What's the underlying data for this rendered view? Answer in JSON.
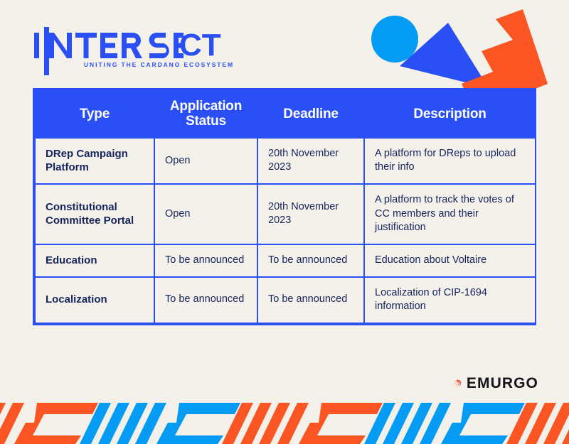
{
  "brand": {
    "logo_name": "INTERSECT",
    "logo_letters": "INTERSECT",
    "tagline": "UNITING THE CARDANO ECOSYSTEM",
    "partner_logo_name": "EMURGO"
  },
  "colors": {
    "background": "#f4f1ea",
    "primary_blue": "#2a50f5",
    "light_blue": "#039bf4",
    "orange": "#fa5523",
    "navy_text": "#16245c",
    "header_text": "#ffffff",
    "emurgo_text": "#15141a",
    "emurgo_dot_red": "#ef3124",
    "emurgo_dot_orange": "#f5a623"
  },
  "table": {
    "columns": [
      {
        "key": "type",
        "label": "Type"
      },
      {
        "key": "status",
        "label": "Application Status"
      },
      {
        "key": "deadline",
        "label": "Deadline"
      },
      {
        "key": "desc",
        "label": "Description"
      }
    ],
    "header": {
      "type": "Type",
      "status_line1": "Application",
      "status_line2": "Status",
      "deadline": "Deadline",
      "description": "Description"
    },
    "rows": [
      {
        "type": "DRep Campaign Platform",
        "status": "Open",
        "deadline": "20th November 2023",
        "description": "A platform for DReps to upload their info"
      },
      {
        "type": "Constitutional Committee Portal",
        "status": "Open",
        "deadline": "20th November 2023",
        "description": "A platform to track the votes of CC members and their justification"
      },
      {
        "type": "Education",
        "status": "To be announced",
        "deadline": "To be announced",
        "description": "Education about Voltaire"
      },
      {
        "type": "Localization",
        "status": "To be announced",
        "deadline": "To be announced",
        "description": "Localization of CIP-1694 information"
      }
    ]
  },
  "decorations": {
    "circle": "light-blue-circle",
    "triangle": "blue-triangle",
    "zigzag": "orange-zigzag",
    "bottom_band": "orange-blue-chevron-band"
  }
}
